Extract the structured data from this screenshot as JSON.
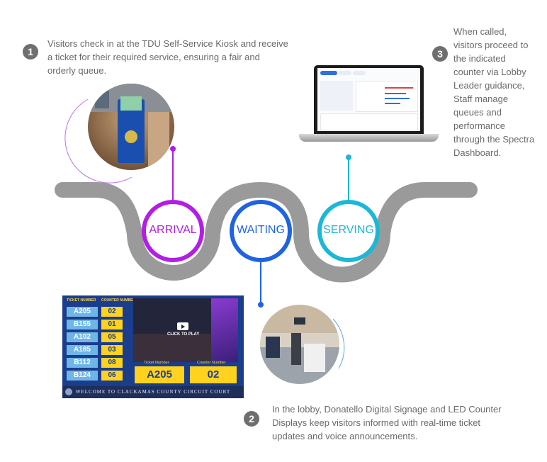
{
  "steps": [
    {
      "number": "1",
      "text": "Visitors check in at the TDU Self-Service Kiosk and receive a ticket for their required service, ensuring a fair and orderly queue."
    },
    {
      "number": "2",
      "text": "In the lobby, Donatello Digital Signage and LED Counter Displays keep visitors informed with real-time ticket updates and voice announcements."
    },
    {
      "number": "3",
      "text": "When called, visitors proceed to the indicated counter via Lobby Leader guidance, Staff manage queues and performance through the Spectra Dashboard."
    }
  ],
  "stages": [
    {
      "label": "ARRIVAL",
      "color": "#b21ee6"
    },
    {
      "label": "WAITING",
      "color": "#1f63e0"
    },
    {
      "label": "SERVING",
      "color": "#1bb8d6"
    }
  ],
  "colors": {
    "track": "#9a9a9a",
    "badge": "#6f6f6f"
  },
  "signage": {
    "ticket_header": "TICKET NUMBER",
    "counter_header": "COUNTER NUMBER",
    "rows": [
      {
        "ticket": "A205",
        "counter": "02"
      },
      {
        "ticket": "B155",
        "counter": "01"
      },
      {
        "ticket": "A102",
        "counter": "05"
      },
      {
        "ticket": "A185",
        "counter": "03"
      },
      {
        "ticket": "B112",
        "counter": "08"
      },
      {
        "ticket": "B124",
        "counter": "06"
      }
    ],
    "video_cta": "CLICK TO PLAY",
    "current_ticket_label": "Ticket Number",
    "current_counter_label": "Counter Number",
    "current_ticket": "A205",
    "current_counter": "02",
    "footer": "WELCOME TO CLACKAMAS COUNTY CIRCUIT COURT"
  },
  "icons": [
    "kiosk-photo",
    "lobby-photo",
    "laptop-dashboard",
    "play-icon"
  ]
}
